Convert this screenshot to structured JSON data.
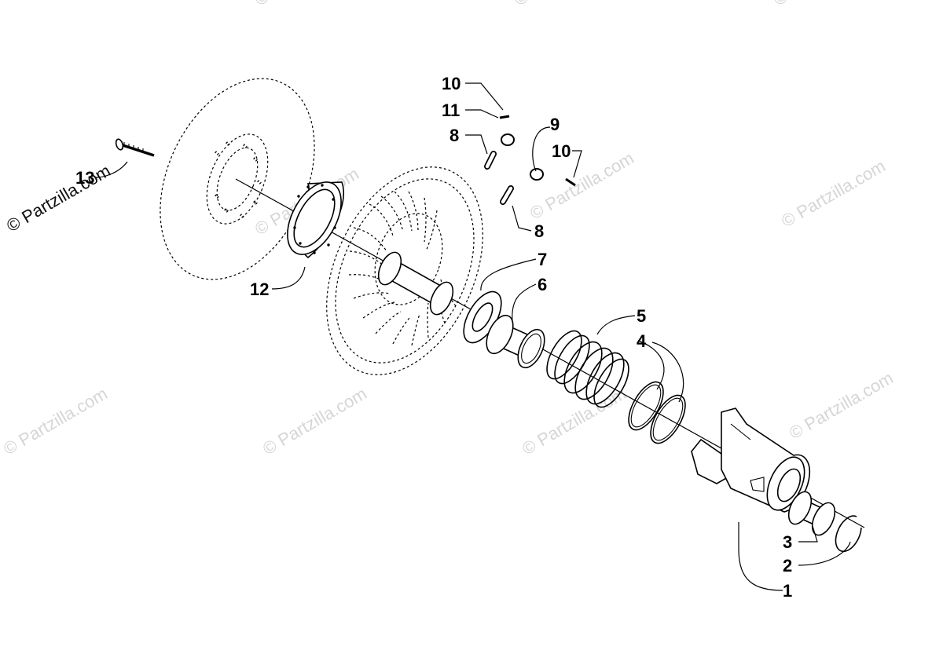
{
  "watermark": {
    "text": "© Partzilla.com"
  },
  "callouts": [
    {
      "id": "c1",
      "text": "1"
    },
    {
      "id": "c2",
      "text": "2"
    },
    {
      "id": "c3",
      "text": "3"
    },
    {
      "id": "c4",
      "text": "4"
    },
    {
      "id": "c5",
      "text": "5"
    },
    {
      "id": "c6",
      "text": "6"
    },
    {
      "id": "c7",
      "text": "7"
    },
    {
      "id": "c8a",
      "text": "8"
    },
    {
      "id": "c8b",
      "text": "8"
    },
    {
      "id": "c9",
      "text": "9"
    },
    {
      "id": "c10a",
      "text": "10"
    },
    {
      "id": "c10b",
      "text": "10"
    },
    {
      "id": "c11",
      "text": "11"
    },
    {
      "id": "c12",
      "text": "12"
    },
    {
      "id": "c13",
      "text": "13"
    }
  ]
}
